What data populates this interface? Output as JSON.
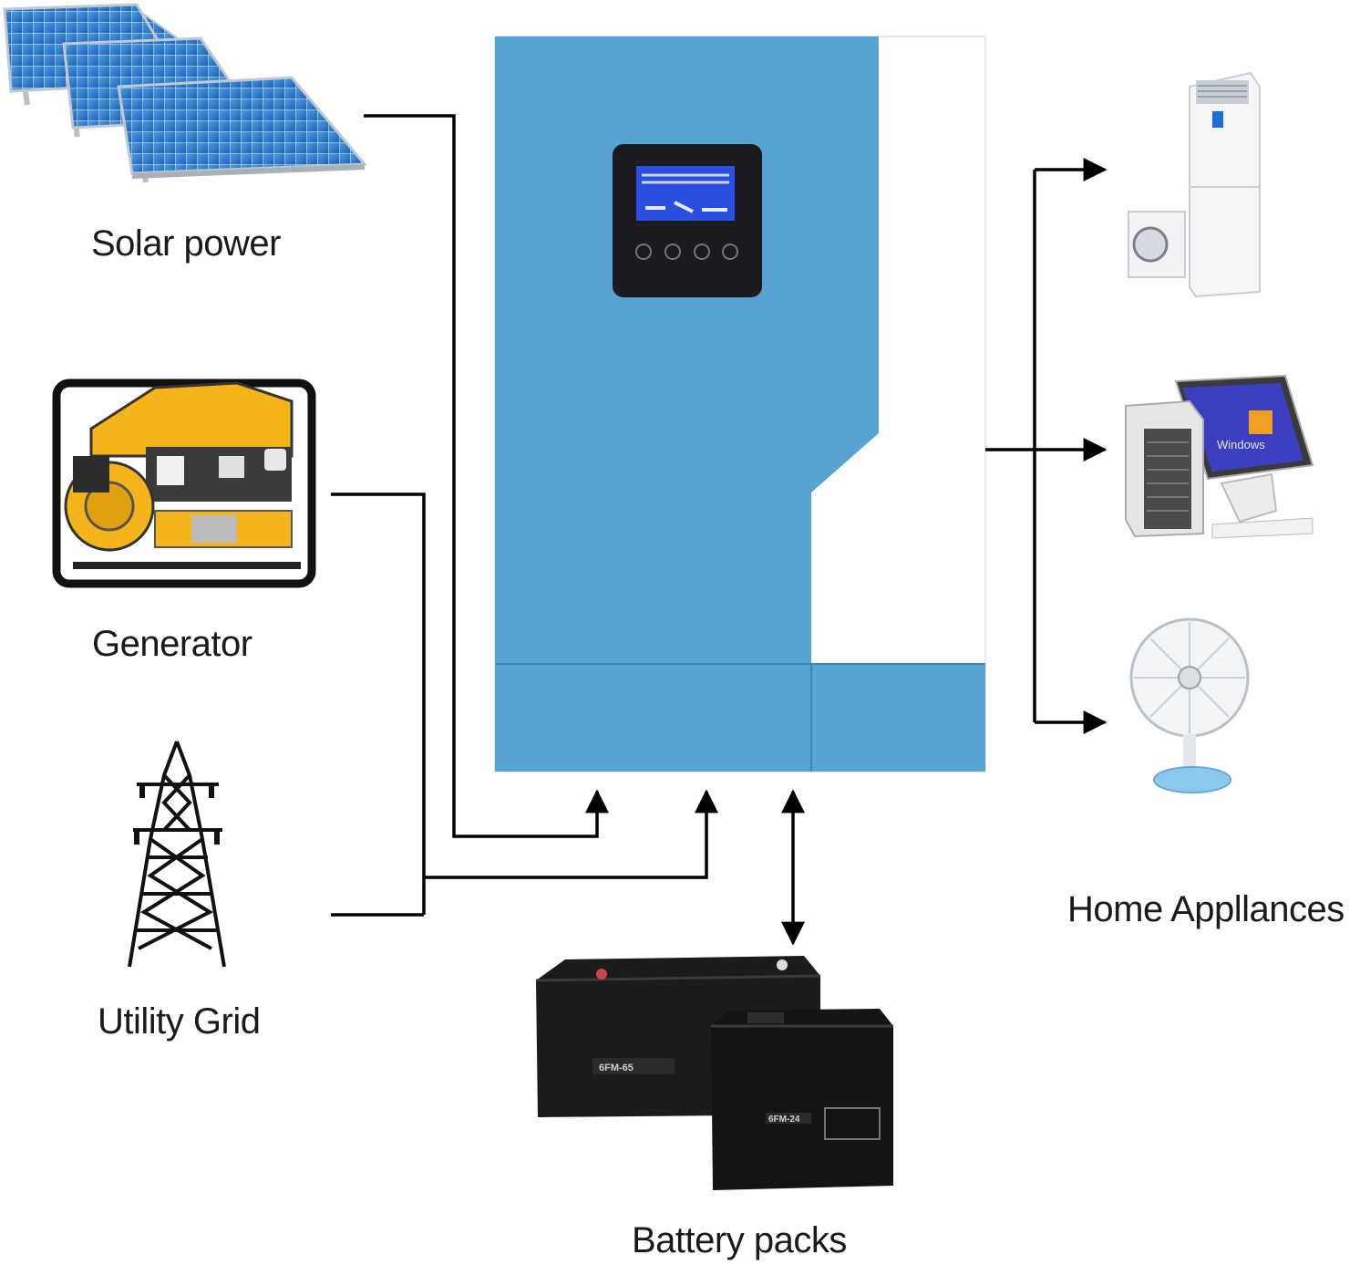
{
  "sources": {
    "solar": {
      "label": "Solar power",
      "icon": "solar-panel-icon"
    },
    "generator": {
      "label": "Generator",
      "icon": "generator-icon"
    },
    "grid": {
      "label": "Utility Grid",
      "icon": "transmission-tower-icon"
    }
  },
  "storage": {
    "label": "Battery packs",
    "icon": "battery-icon",
    "battery_models": [
      "6FM-65",
      "6FM-24"
    ]
  },
  "loads": {
    "label": "Home Appllances",
    "items": [
      {
        "icon": "air-conditioner-icon"
      },
      {
        "icon": "computer-icon",
        "screen_text": "Windows"
      },
      {
        "icon": "fan-icon"
      }
    ]
  },
  "inverter": {
    "icon": "inverter-icon"
  },
  "colors": {
    "inverter_blue": "#56a3d4",
    "line": "#000000"
  }
}
